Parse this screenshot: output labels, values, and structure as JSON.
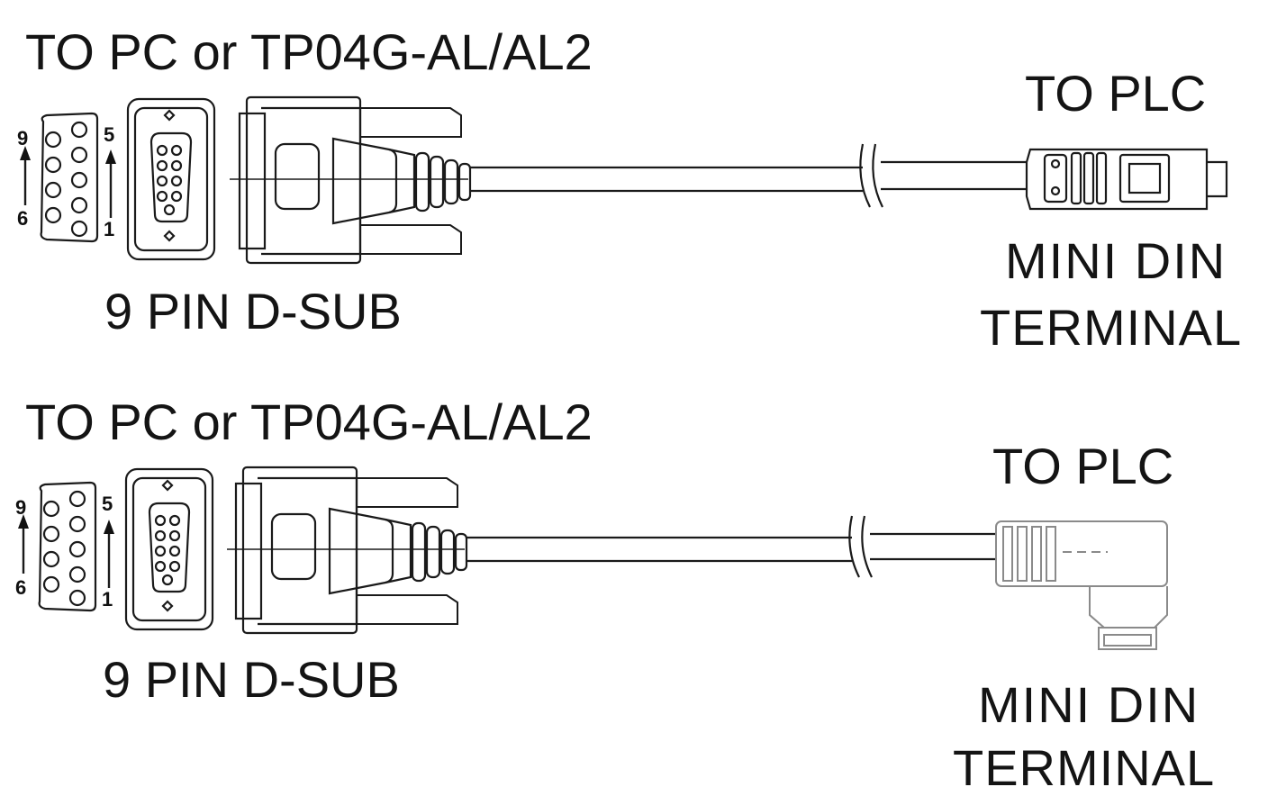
{
  "cable_1": {
    "pc_label": "TO  PC or TP04G-AL/AL2",
    "dsub_label": "9 PIN D-SUB",
    "plc_label": "TO PLC",
    "terminal_line1": "MINI DIN",
    "terminal_line2": "TERMINAL",
    "pin_numbers": {
      "top_left": "9",
      "bottom_left": "6",
      "top_right": "5",
      "bottom_right": "1"
    }
  },
  "cable_2": {
    "pc_label": "TO  PC or TP04G-AL/AL2",
    "dsub_label": "9 PIN D-SUB",
    "plc_label": "TO PLC",
    "terminal_line1": "MINI DIN",
    "terminal_line2": "TERMINAL",
    "pin_numbers": {
      "top_left": "9",
      "bottom_left": "6",
      "top_right": "5",
      "bottom_right": "1"
    }
  }
}
